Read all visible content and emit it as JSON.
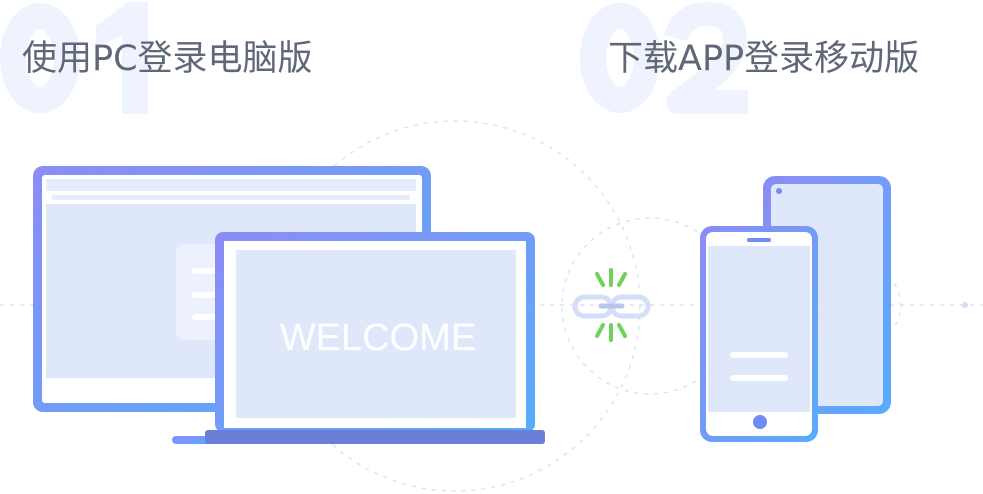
{
  "steps": [
    {
      "number": "01",
      "title": "使用PC登录电脑版"
    },
    {
      "number": "02",
      "title": "下载APP登录移动版"
    }
  ],
  "laptop_screen_text": "WELCOME",
  "colors": {
    "title": "#5f6779",
    "number": "#eef3fd",
    "frame_start": "#8c8cf5",
    "frame_end": "#57acfb",
    "screen": "#dfe8fb",
    "link_green": "#6fd25a"
  }
}
